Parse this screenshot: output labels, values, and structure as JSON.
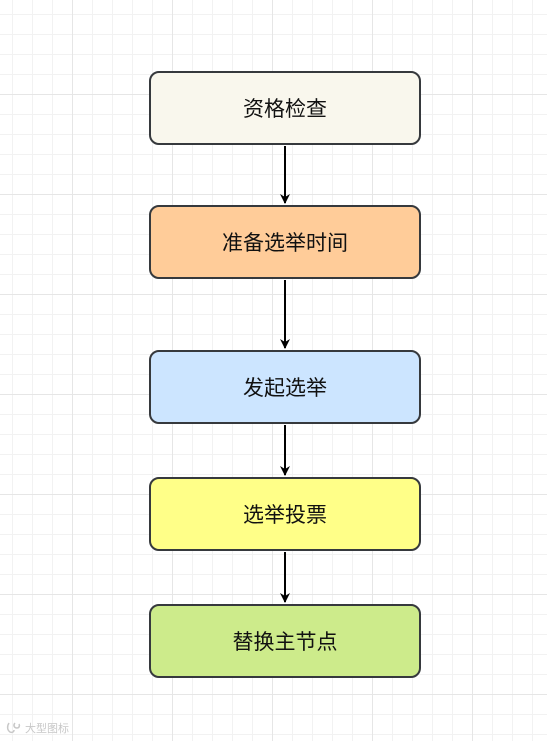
{
  "nodes": [
    {
      "label": "资格检查",
      "fill": "#f9f7ed"
    },
    {
      "label": "准备选举时间",
      "fill": "#ffcc99"
    },
    {
      "label": "发起选举",
      "fill": "#cce5ff"
    },
    {
      "label": "选举投票",
      "fill": "#ffff88"
    },
    {
      "label": "替换主节点",
      "fill": "#cdeb8b"
    }
  ],
  "edges": [
    {
      "from": "资格检查",
      "to": "准备选举时间"
    },
    {
      "from": "准备选举时间",
      "to": "发起选举"
    },
    {
      "from": "发起选举",
      "to": "选举投票"
    },
    {
      "from": "选举投票",
      "to": "替换主节点"
    }
  ],
  "colors": {
    "stroke": "#36393d",
    "arrow": "#000000"
  },
  "watermark": {
    "icon": "watermark-logo-icon",
    "text": "大型图标"
  }
}
